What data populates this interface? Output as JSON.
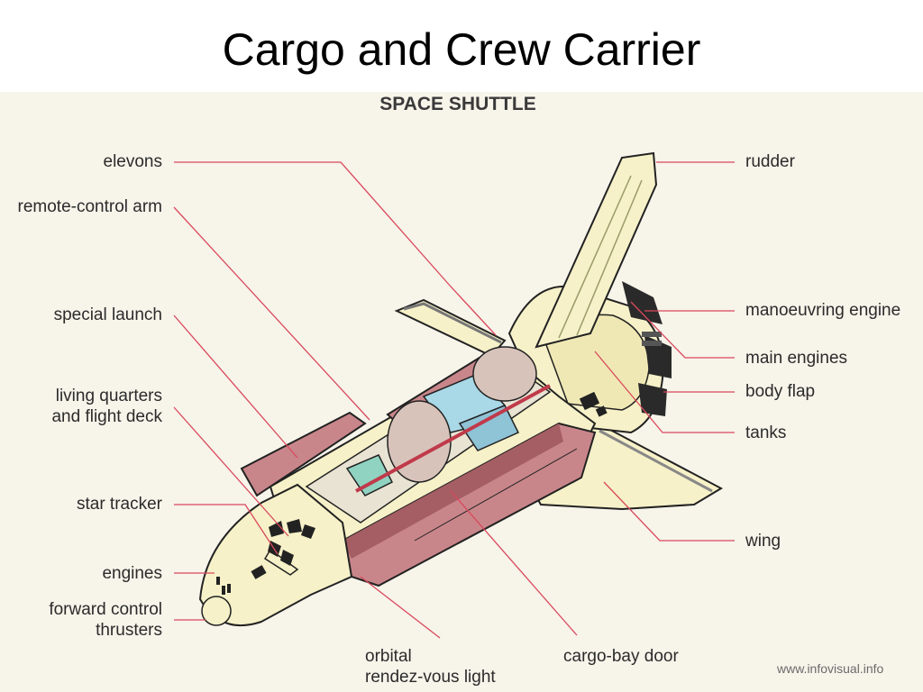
{
  "title": "Cargo and Crew Carrier",
  "diagram": {
    "heading": "SPACE SHUTTLE",
    "labels": {
      "elevons": "elevons",
      "remote_control_arm": "remote-control arm",
      "special_launch": "special launch",
      "living_quarters": "living quarters",
      "flight_deck": "and flight deck",
      "star_tracker": "star tracker",
      "engines": "engines",
      "forward_control": "forward control",
      "thrusters": "thrusters",
      "orbital": "orbital",
      "rendezvous_light": "rendez-vous light",
      "cargo_bay_door": "cargo-bay door",
      "rudder": "rudder",
      "manoeuvring_engine": "manoeuvring engine",
      "main_engines": "main engines",
      "body_flap": "body flap",
      "tanks": "tanks",
      "wing": "wing"
    },
    "watermark": "www.infovisual.info",
    "colors": {
      "leader_line": "#d9485c",
      "hull": "#f6f1c8",
      "cargo_door": "#c9868a",
      "cargo_door_dark": "#a55e63",
      "interior_blue": "#a9d8e6",
      "interior_green": "#8fd3c0",
      "outline": "#222222"
    }
  }
}
